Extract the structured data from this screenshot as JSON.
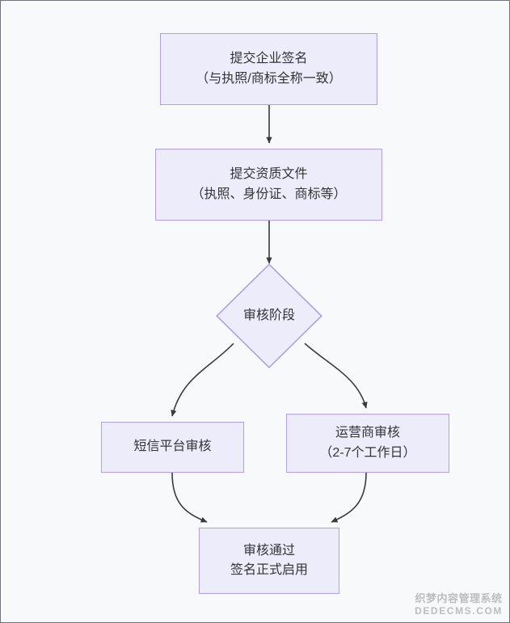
{
  "diagram": {
    "type": "flowchart",
    "orientation": "top-to-bottom",
    "background_color": "#f8f9fa",
    "node_fill_color": "#ececfb",
    "node_border_color": "#b09fe6",
    "edge_color": "#3a3a3a",
    "text_color": "#333338",
    "nodes": [
      {
        "id": "submit-signature",
        "shape": "rect",
        "lines": [
          "提交企业签名",
          "（与执照/商标全称一致）"
        ]
      },
      {
        "id": "submit-documents",
        "shape": "rect",
        "lines": [
          "提交资质文件",
          "（执照、身份证、商标等）"
        ]
      },
      {
        "id": "review-stage",
        "shape": "diamond",
        "lines": [
          "审核阶段"
        ]
      },
      {
        "id": "sms-platform-review",
        "shape": "rect",
        "lines": [
          "短信平台审核"
        ]
      },
      {
        "id": "carrier-review",
        "shape": "rect",
        "lines": [
          "运营商审核",
          "（2-7个工作日）"
        ]
      },
      {
        "id": "approved",
        "shape": "rect",
        "lines": [
          "审核通过",
          "签名正式启用"
        ]
      }
    ],
    "edges": [
      {
        "from": "submit-signature",
        "to": "submit-documents",
        "style": "straight",
        "label": ""
      },
      {
        "from": "submit-documents",
        "to": "review-stage",
        "style": "straight",
        "label": ""
      },
      {
        "from": "review-stage",
        "to": "sms-platform-review",
        "style": "curved",
        "label": ""
      },
      {
        "from": "review-stage",
        "to": "carrier-review",
        "style": "curved",
        "label": ""
      },
      {
        "from": "sms-platform-review",
        "to": "approved",
        "style": "curved",
        "label": ""
      },
      {
        "from": "carrier-review",
        "to": "approved",
        "style": "curved",
        "label": ""
      }
    ]
  },
  "watermark": {
    "chinese": "织梦内容管理系统",
    "latin": "DEDECMS.COM"
  }
}
